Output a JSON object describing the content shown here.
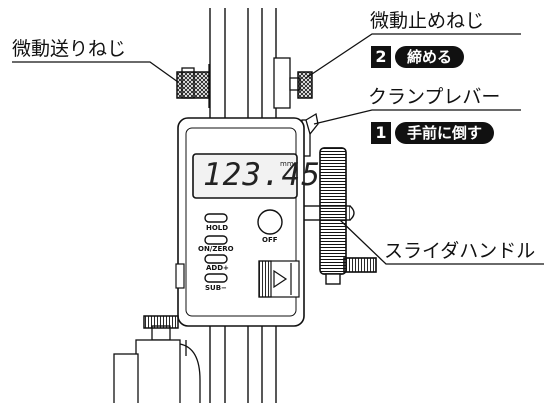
{
  "callouts": {
    "fine_feed_nut": "微動送りねじ",
    "fine_stop_nut": "微動止めねじ",
    "clamp_lever": "クランプレバー",
    "slider_handle": "スライダハンドル"
  },
  "steps": [
    {
      "number": "2",
      "text": "締める"
    },
    {
      "number": "1",
      "text": "手前に倒す"
    }
  ],
  "display": {
    "reading": "123.45",
    "unit": "mm"
  },
  "buttons": {
    "hold": "HOLD",
    "on_zero": "ON/ZERO",
    "add": "ADD+",
    "sub": "SUB−",
    "off": "OFF"
  },
  "colors": {
    "ink": "#111111",
    "device_fill": "#ffffff",
    "lcd_fill": "#f2f2f2"
  }
}
